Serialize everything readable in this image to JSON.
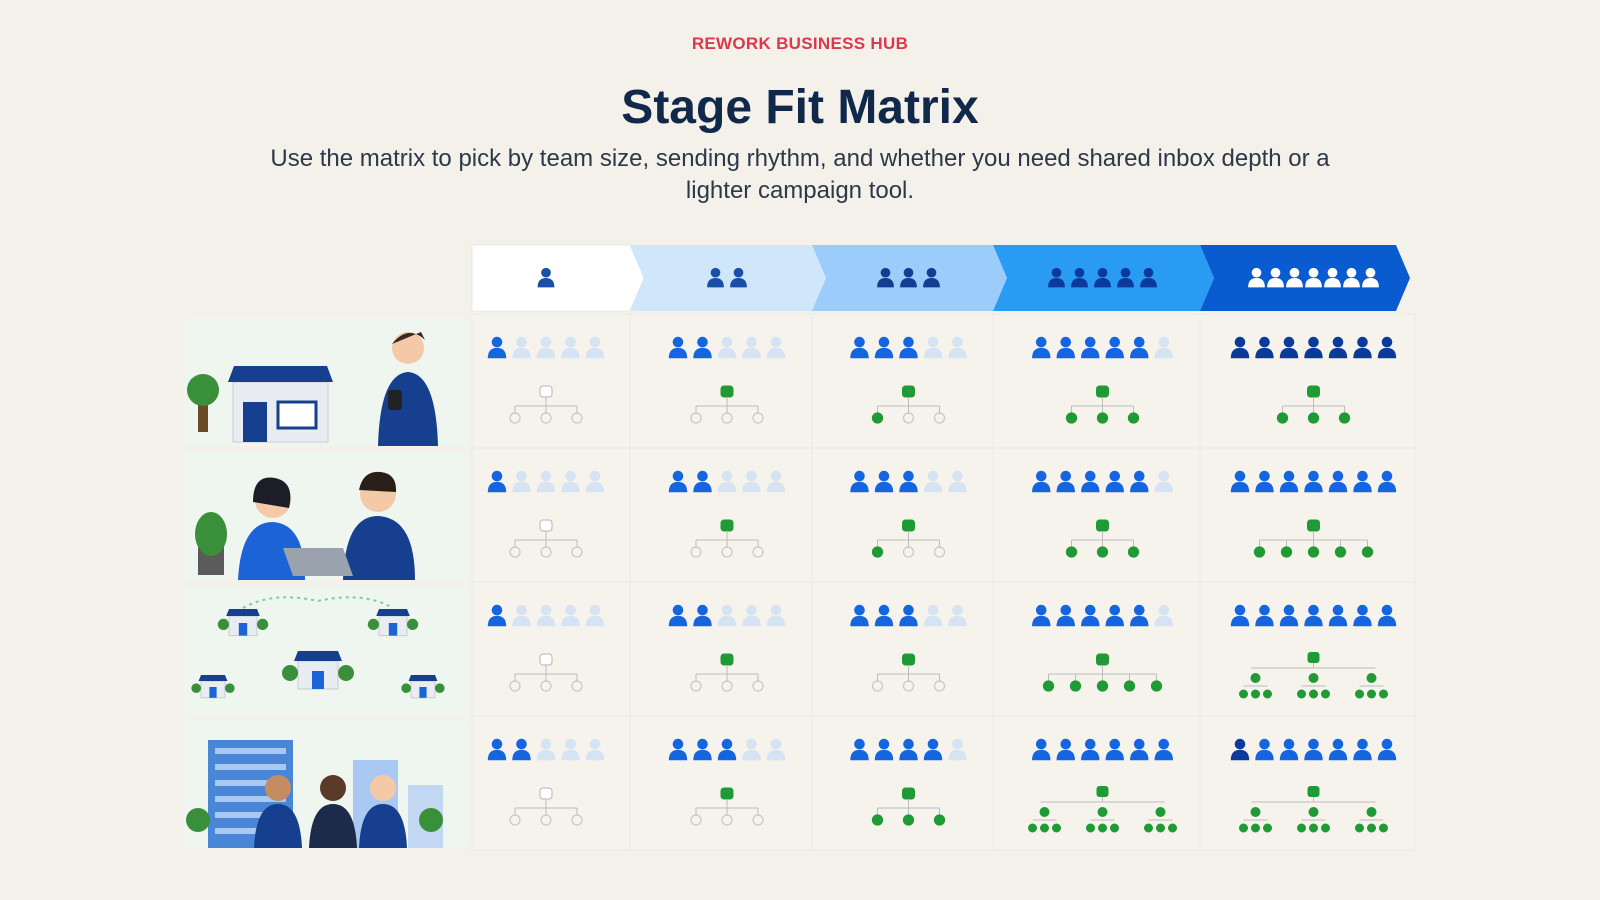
{
  "header": {
    "eyebrow": "REWORK BUSINESS HUB",
    "title": "Stage Fit Matrix",
    "subtitle": "Use the matrix to pick by team size, sending rhythm, and whether you need shared inbox depth or a lighter campaign tool."
  },
  "colors": {
    "eyebrow": "#d93a4a",
    "title": "#10284a",
    "person_active": "#1565e0",
    "person_dark": "#0b3a9a",
    "person_faded": "#d5e3f2",
    "node_green": "#1f9a34",
    "node_faded": "#c9c9c9",
    "chevron_1": "#ffffff",
    "chevron_2": "#cfe6fb",
    "chevron_3": "#9ccdfa",
    "chevron_4": "#2a9bf3",
    "chevron_5": "#0a5ad0"
  },
  "columns": [
    {
      "name": "solo",
      "people": 1
    },
    {
      "name": "pair",
      "people": 2
    },
    {
      "name": "small-team",
      "people": 3
    },
    {
      "name": "team",
      "people": 5
    },
    {
      "name": "large-team",
      "people": 7
    }
  ],
  "rows": [
    {
      "name": "local-shop-owner",
      "illustration": "shop-owner-illustration",
      "active_people": [
        1,
        2,
        3,
        5,
        7
      ],
      "slots": [
        5,
        5,
        5,
        6,
        7
      ],
      "tree_level": [
        0,
        1,
        2,
        3,
        3
      ]
    },
    {
      "name": "small-office-pair",
      "illustration": "office-pair-illustration",
      "active_people": [
        1,
        2,
        3,
        5,
        7
      ],
      "slots": [
        5,
        5,
        5,
        6,
        7
      ],
      "tree_level": [
        0,
        1,
        2,
        3,
        4
      ]
    },
    {
      "name": "multi-location",
      "illustration": "multi-location-illustration",
      "active_people": [
        1,
        2,
        3,
        5,
        7
      ],
      "slots": [
        5,
        5,
        5,
        6,
        7
      ],
      "tree_level": [
        0,
        1,
        1,
        4,
        5
      ]
    },
    {
      "name": "enterprise",
      "illustration": "enterprise-illustration",
      "active_people": [
        2,
        3,
        4,
        6,
        7
      ],
      "slots": [
        5,
        5,
        5,
        6,
        7
      ],
      "tree_level": [
        0,
        1,
        3,
        5,
        5
      ]
    }
  ]
}
